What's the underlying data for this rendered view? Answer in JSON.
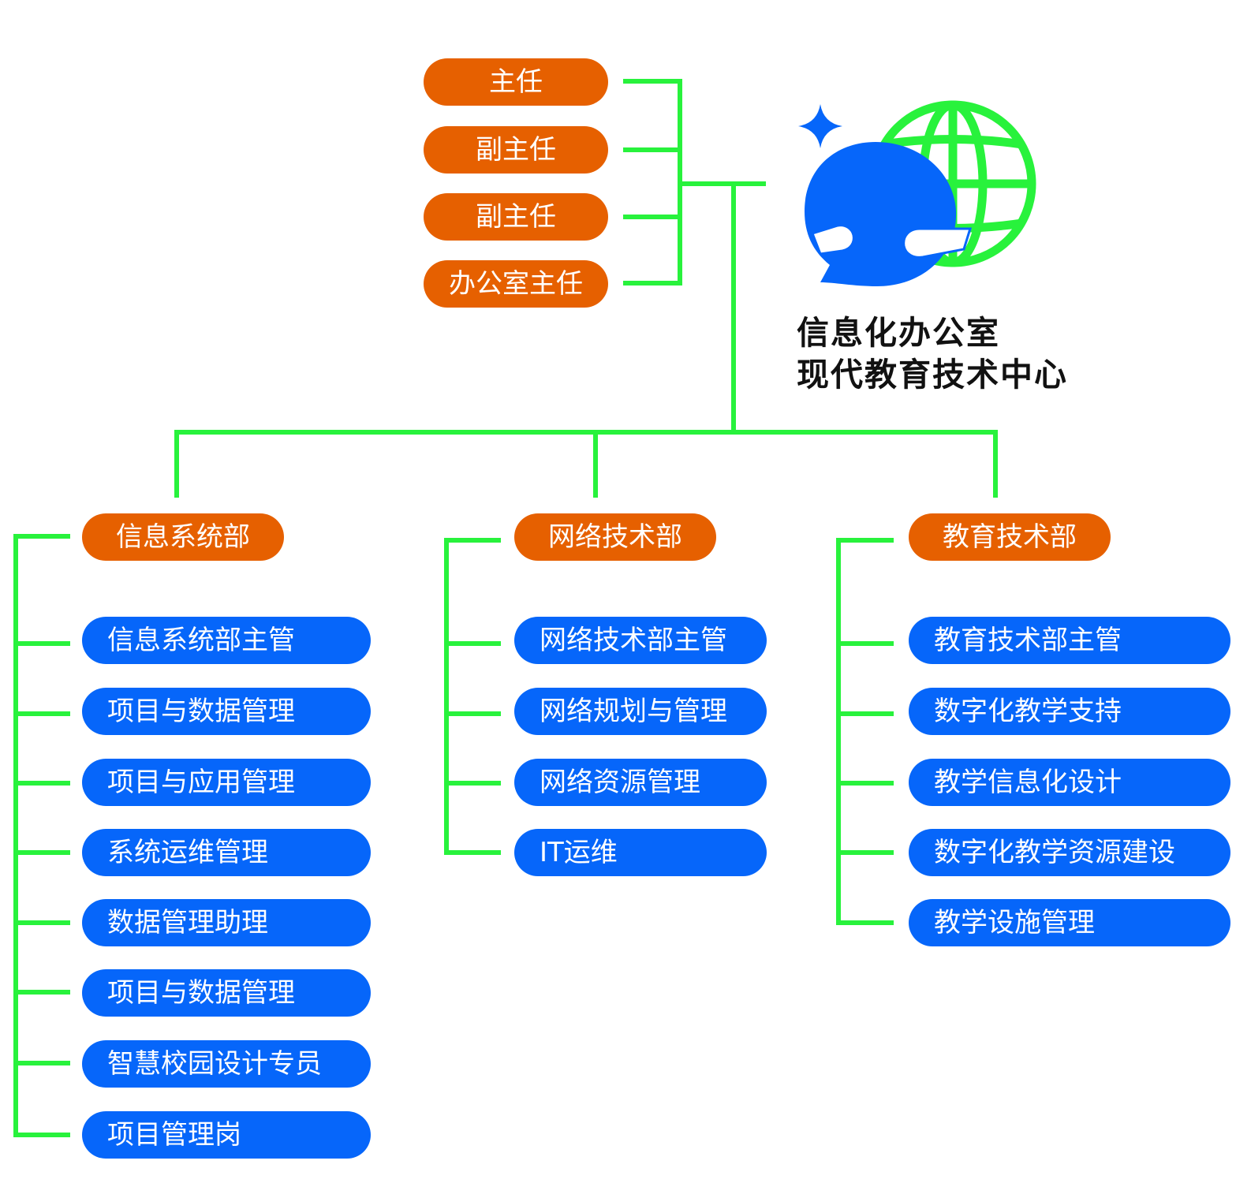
{
  "colors": {
    "connector": "#28f23c",
    "leader": "#e66000",
    "role": "#0666fa",
    "logo_globe": "#28f23c",
    "logo_figure": "#0666fa"
  },
  "logo": {
    "line1": "信息化办公室",
    "line2": "现代教育技术中心",
    "icon": "globe-hug-icon"
  },
  "leadership": [
    "主任",
    "副主任",
    "副主任",
    "办公室主任"
  ],
  "departments": [
    {
      "name": "信息系统部",
      "roles": [
        "信息系统部主管",
        "项目与数据管理",
        "项目与应用管理",
        "系统运维管理",
        "数据管理助理",
        "项目与数据管理",
        "智慧校园设计专员",
        "项目管理岗"
      ]
    },
    {
      "name": "网络技术部",
      "roles": [
        "网络技术部主管",
        "网络规划与管理",
        "网络资源管理",
        "IT运维"
      ]
    },
    {
      "name": "教育技术部",
      "roles": [
        "教育技术部主管",
        "数字化教学支持",
        "教学信息化设计",
        "数字化教学资源建设",
        "教学设施管理"
      ]
    }
  ]
}
